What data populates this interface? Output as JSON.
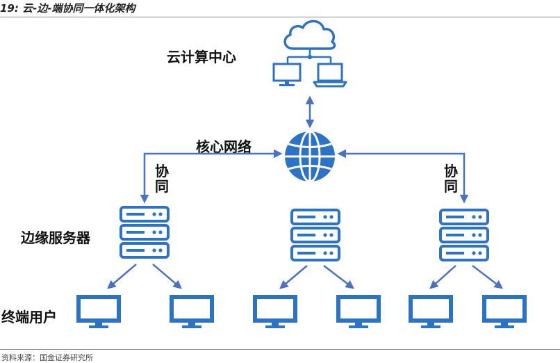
{
  "figure": {
    "title": "19:  云-边-端协同一体化架构",
    "source": "资料来源：国金证券研究所"
  },
  "labels": {
    "cloud": "云计算中心",
    "core": "核心网络",
    "edge": "边缘服务器",
    "terminal": "终端用户",
    "collab": [
      "协",
      "同"
    ]
  },
  "colors": {
    "accent": "#2c72c7",
    "arrow": "#4a72c4",
    "rule": "#8c8c8c"
  },
  "icons": {
    "cloud": "cloud-icon",
    "monitor": "monitor-icon",
    "laptop": "laptop-icon",
    "globe": "globe-icon",
    "server": "server-icon",
    "terminal": "monitor-icon"
  }
}
